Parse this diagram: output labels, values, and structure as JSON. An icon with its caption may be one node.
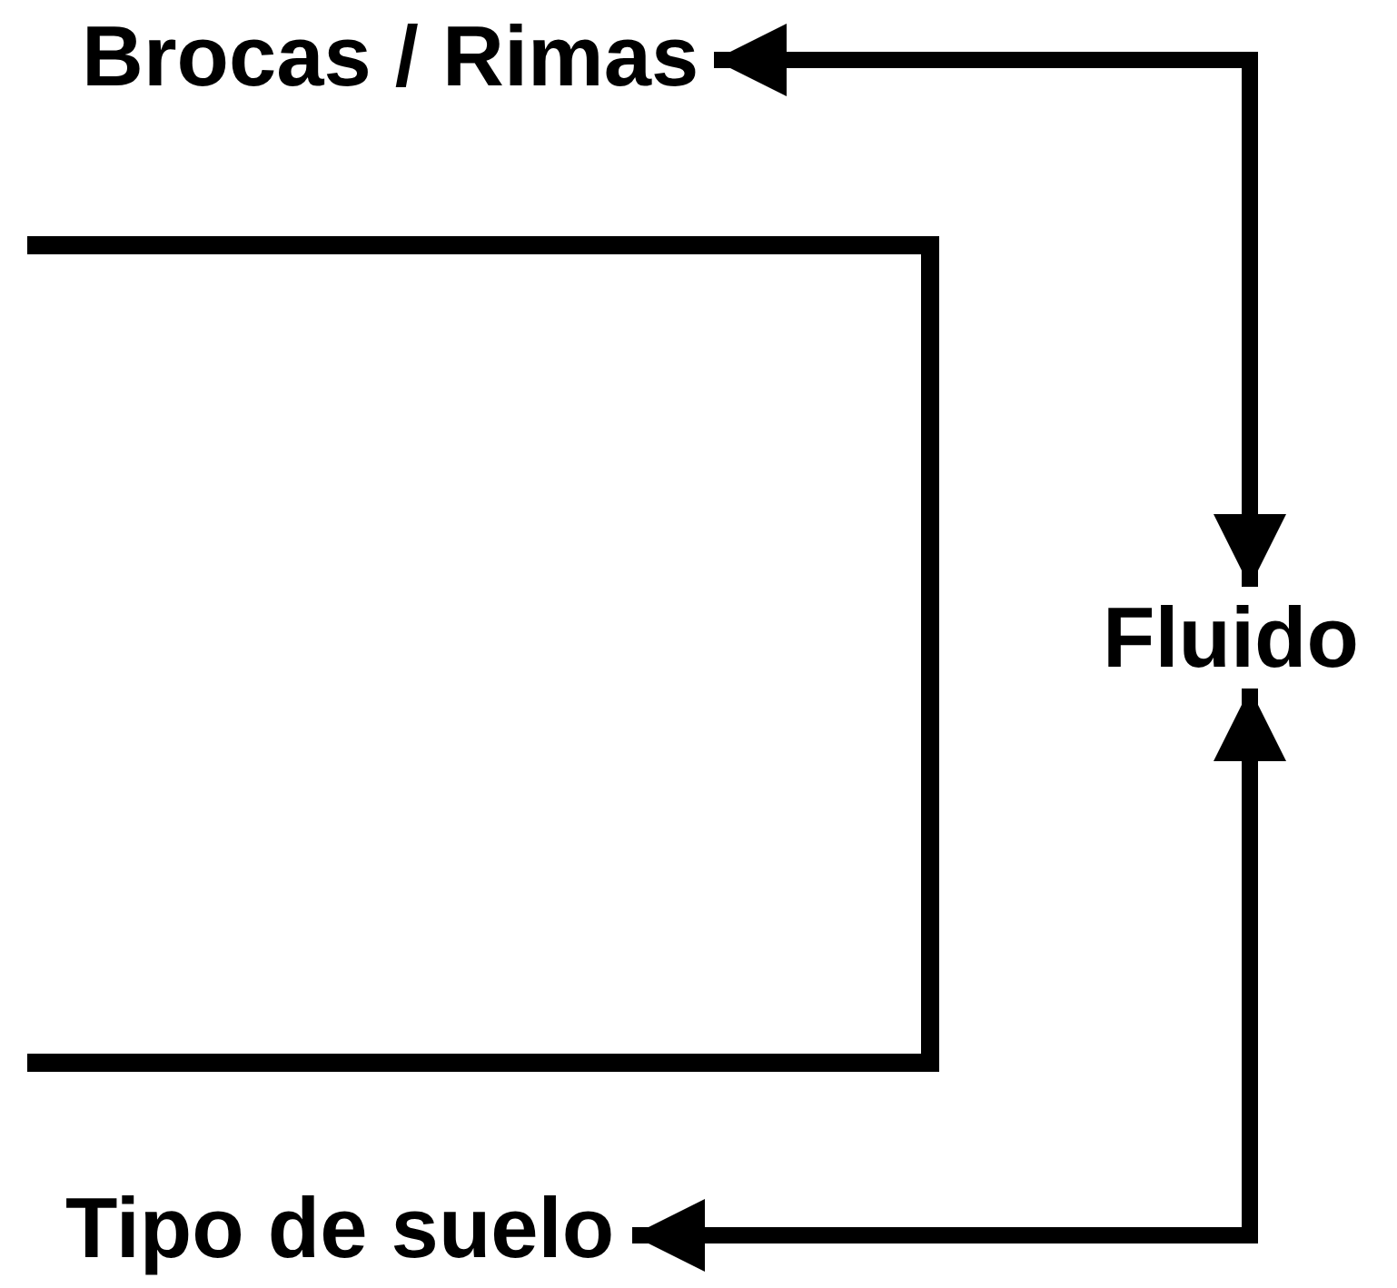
{
  "diagram": {
    "nodes": [
      {
        "text": [
          "Brocas / Rimas"
        ]
      },
      {
        "text": [
          "Fluido"
        ]
      },
      {
        "text": [
          "Tipo de suelo"
        ]
      }
    ],
    "edges": [
      {
        "from": 0,
        "to": 1,
        "arrow": "both"
      },
      {
        "from": 1,
        "to": 2,
        "arrow": "both"
      }
    ]
  }
}
